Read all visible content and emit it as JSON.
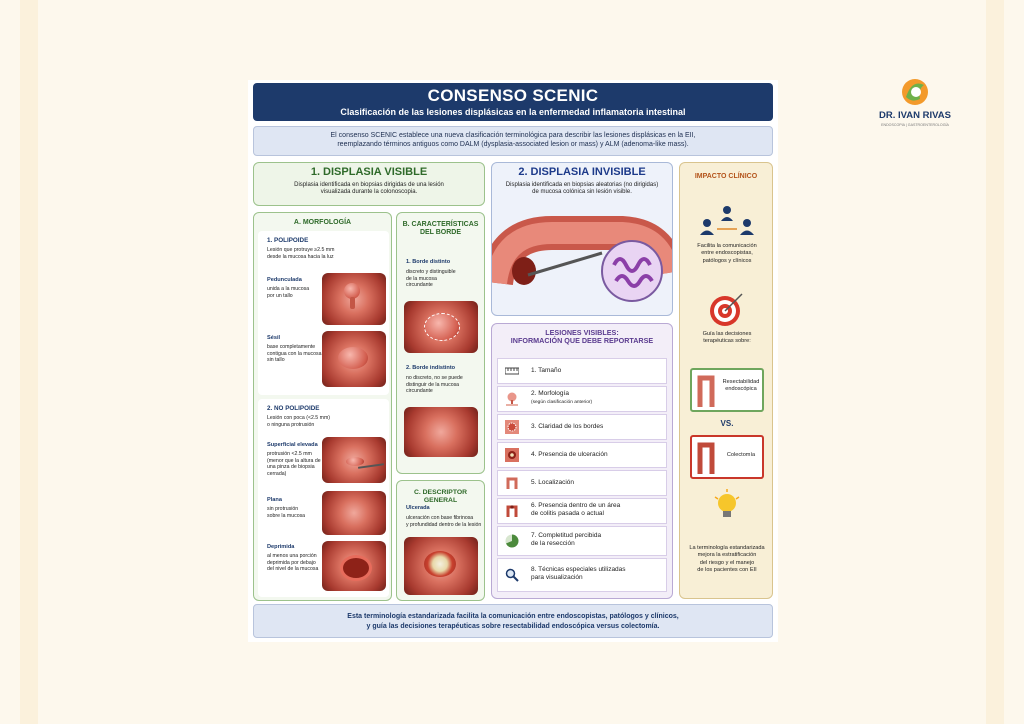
{
  "logo": {
    "name": "DR. IVAN RIVAS",
    "tagline": "ENDOSCOPIA | GASTROENTEROLOGÍA",
    "icon": "logo-icon"
  },
  "header": {
    "title": "CONSENSO SCENIC",
    "subtitle": "Clasificación de las lesiones displásicas en la enfermedad inflamatoria intestinal"
  },
  "intro": {
    "line1": "El consenso SCENIC establece una nueva clasificación terminológica para describir las lesiones displásicas en la EII,",
    "line2": "reemplazando términos antiguos como DALM (dysplasia-associated lesion or mass) y ALM (adenoma-like mass)."
  },
  "visible": {
    "title": "1. DISPLASIA VISIBLE",
    "desc1": "Displasia identificada en biopsias dirigidas de una lesión",
    "desc2": "visualizada durante la colonoscopia.",
    "morphology": {
      "title": "A. MORFOLOGÍA",
      "polypoid": {
        "title": "1. POLIPOIDE",
        "desc1": "Lesión que protruye ≥2.5 mm",
        "desc2": "desde la mucosa hacia la luz",
        "pedunculated": {
          "label": "Pedunculada",
          "desc1": "unida a la mucosa",
          "desc2": "por un tallo"
        },
        "sessile": {
          "label": "Sésil",
          "desc1": "base completamente",
          "desc2": "contigua con la mucosa,",
          "desc3": "sin tallo"
        }
      },
      "nonpolypoid": {
        "title": "2. NO POLIPOIDE",
        "desc1": "Lesión con poca (<2.5 mm)",
        "desc2": "o ninguna protrusión",
        "raised": {
          "label": "Superficial elevada",
          "desc1": "protrusión <2.5 mm",
          "desc2": "(menor que la altura de",
          "desc3": "una pinza de biopsia",
          "desc4": "cerrada)"
        },
        "flat": {
          "label": "Plana",
          "desc1": "sin protrusión",
          "desc2": "sobre la mucosa"
        },
        "depressed": {
          "label": "Deprimida",
          "desc1": "al menos una porción",
          "desc2": "deprimida por debajo",
          "desc3": "del nivel de la mucosa"
        }
      }
    },
    "border": {
      "title1": "B. CARACTERÍSTICAS",
      "title2": "DEL BORDE",
      "distinct": {
        "label": "1. Borde distinto",
        "desc1": "discreto y distinguible",
        "desc2": "de la mucosa",
        "desc3": "circundante"
      },
      "indistinct": {
        "label": "2. Borde indistinto",
        "desc1": "no discreto, no se puede",
        "desc2": "distinguir de la mucosa",
        "desc3": "circundante"
      }
    },
    "general": {
      "title": "C. DESCRIPTOR GENERAL",
      "ulcerated": {
        "label": "Ulcerada",
        "desc1": "ulceración con base fibrinosa",
        "desc2": "y profundidad dentro de la lesión"
      }
    }
  },
  "invisible": {
    "title": "2. DISPLASIA INVISIBLE",
    "desc1": "Displasia identificada en biopsias aleatorias (no dirigidas)",
    "desc2": "de mucosa colónica sin lesión visible."
  },
  "report": {
    "title1": "LESIONES VISIBLES:",
    "title2": "INFORMACIÓN QUE DEBE REPORTARSE",
    "items": [
      {
        "label": "1. Tamaño",
        "icon": "ruler-icon"
      },
      {
        "label": "2. Morfología",
        "sub": "(según clasificación anterior)",
        "icon": "polyp-icon"
      },
      {
        "label": "3. Claridad de los bordes",
        "icon": "border-icon"
      },
      {
        "label": "4. Presencia de ulceración",
        "icon": "ulcer-icon"
      },
      {
        "label": "5. Localización",
        "icon": "colon-icon"
      },
      {
        "label": "6. Presencia dentro de un área",
        "label2": "de colitis pasada o actual",
        "icon": "colitis-icon"
      },
      {
        "label": "7. Completitud percibida",
        "label2": "de la resección",
        "icon": "pie-icon"
      },
      {
        "label": "8. Técnicas especiales utilizadas",
        "label2": "para visualización",
        "icon": "magnifier-icon"
      }
    ]
  },
  "impact": {
    "title": "IMPACTO CLÍNICO",
    "comm1": "Facilita la comunicación",
    "comm2": "entre endoscopistas,",
    "comm3": "patólogos y clínicos",
    "guide1": "Guía las decisiones",
    "guide2": "terapéuticas sobre:",
    "resect1": "Resectabilidad",
    "resect2": "endoscópica",
    "vs": "VS.",
    "colectomy": "Colectomía",
    "final1": "La terminología estandarizada",
    "final2": "mejora la estratificación",
    "final3": "del riesgo y el manejo",
    "final4": "de los pacientes con EII"
  },
  "footer": {
    "line1": "Esta terminología estandarizada facilita la comunicación entre endoscopistas, patólogos y clínicos,",
    "line2": "y guía las decisiones terapéuticas sobre resectabilidad endoscópica versus colectomía."
  },
  "colors": {
    "navy": "#1d3a6b",
    "green": "#2f6a2a",
    "purple": "#5b3c8f",
    "orange": "#b4541b"
  }
}
